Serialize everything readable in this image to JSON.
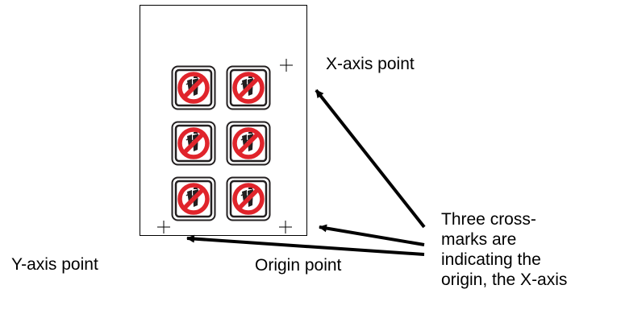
{
  "labels": {
    "x_axis_point": "X-axis point",
    "y_axis_point": "Y-axis point",
    "origin_point": "Origin point",
    "explanation": "Three cross-\nmarks are\nindicating the\norigin, the X-axis"
  },
  "colors": {
    "sign_red": "#e0242b",
    "sign_dark": "#231f20",
    "line": "#000000"
  },
  "icons": {
    "crossmark": "crosshair-icon",
    "sign": "prohibition-sign-icon"
  }
}
